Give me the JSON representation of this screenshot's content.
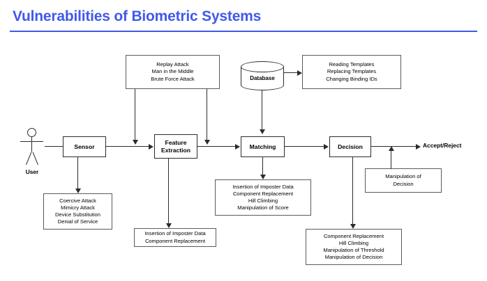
{
  "slide": {
    "title": "Vulnerabilities of Biometric Systems",
    "accent_color": "#4159ea",
    "line_color": "#2b2b2b",
    "background": "#ffffff"
  },
  "actors": {
    "user_label": "User",
    "output_label": "Accept/Reject"
  },
  "pipeline": [
    {
      "id": "sensor",
      "label": "Sensor"
    },
    {
      "id": "feature-extraction",
      "label": "Feature\nExtraction"
    },
    {
      "id": "matching",
      "label": "Matching"
    },
    {
      "id": "decision",
      "label": "Decision"
    }
  ],
  "datastore": {
    "label": "Database"
  },
  "attack_notes": [
    {
      "id": "channel-attacks",
      "text": "Replay Attack\nMan in the Middle\nBrute Force Attack"
    },
    {
      "id": "database-attacks",
      "text": "Reading Templates\nReplacing Templates\nChanging Binding IDs"
    },
    {
      "id": "sensor-attacks",
      "text": "Coercive Attack\nMimicry Attack\nDevice Substitution\nDenial of Service"
    },
    {
      "id": "feature-extraction-attacks",
      "text": "Insertion of Imposter Data\nComponent Replacement"
    },
    {
      "id": "matching-attacks",
      "text": "Insertion of Imposter Data\nComponent Replacement\nHill Climbing\nManipulation of Score"
    },
    {
      "id": "decision-attacks",
      "text": "Component Replacement\nHill Climbing\nManipulation of  Threshold\nManipulation of Decision"
    },
    {
      "id": "decision-output-attacks",
      "text": "Manipulation of\nDecision"
    }
  ]
}
